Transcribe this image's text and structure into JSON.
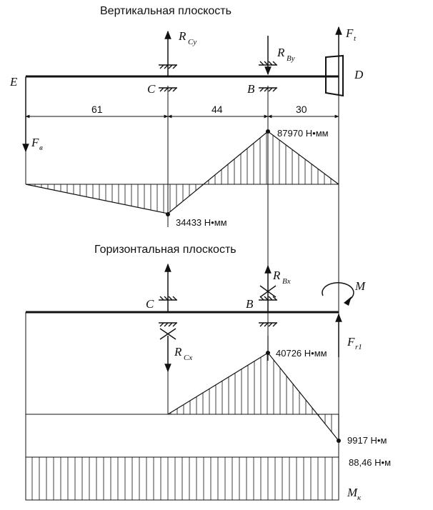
{
  "titles": {
    "vertical": "Вертикальная плоскость",
    "horizontal": "Горизонтальная плоскость"
  },
  "points": {
    "E": "E",
    "C": "C",
    "B": "B",
    "D": "D",
    "C2": "C",
    "B2": "B"
  },
  "forces": {
    "RCy": {
      "main": "R",
      "sub": "Cy"
    },
    "RBy": {
      "main": "R",
      "sub": "By"
    },
    "Ft": {
      "main": "F",
      "sub": "t"
    },
    "Fv": {
      "main": "F",
      "sub": "в"
    },
    "RBx": {
      "main": "R",
      "sub": "Bx"
    },
    "RCx": {
      "main": "R",
      "sub": "Cx"
    },
    "Fr1": {
      "main": "F",
      "sub": "r1"
    },
    "M": "M",
    "Mk": {
      "main": "M",
      "sub": "к"
    }
  },
  "dimensions": {
    "EC": "61",
    "CB": "44",
    "BD": "30"
  },
  "moments": {
    "vert_B": "87970 Н•мм",
    "vert_C": "34433 Н•мм",
    "hor_B": "40726 Н•мм",
    "hor_D": "9917 Н•м",
    "torque": "88,46 Н•м"
  }
}
